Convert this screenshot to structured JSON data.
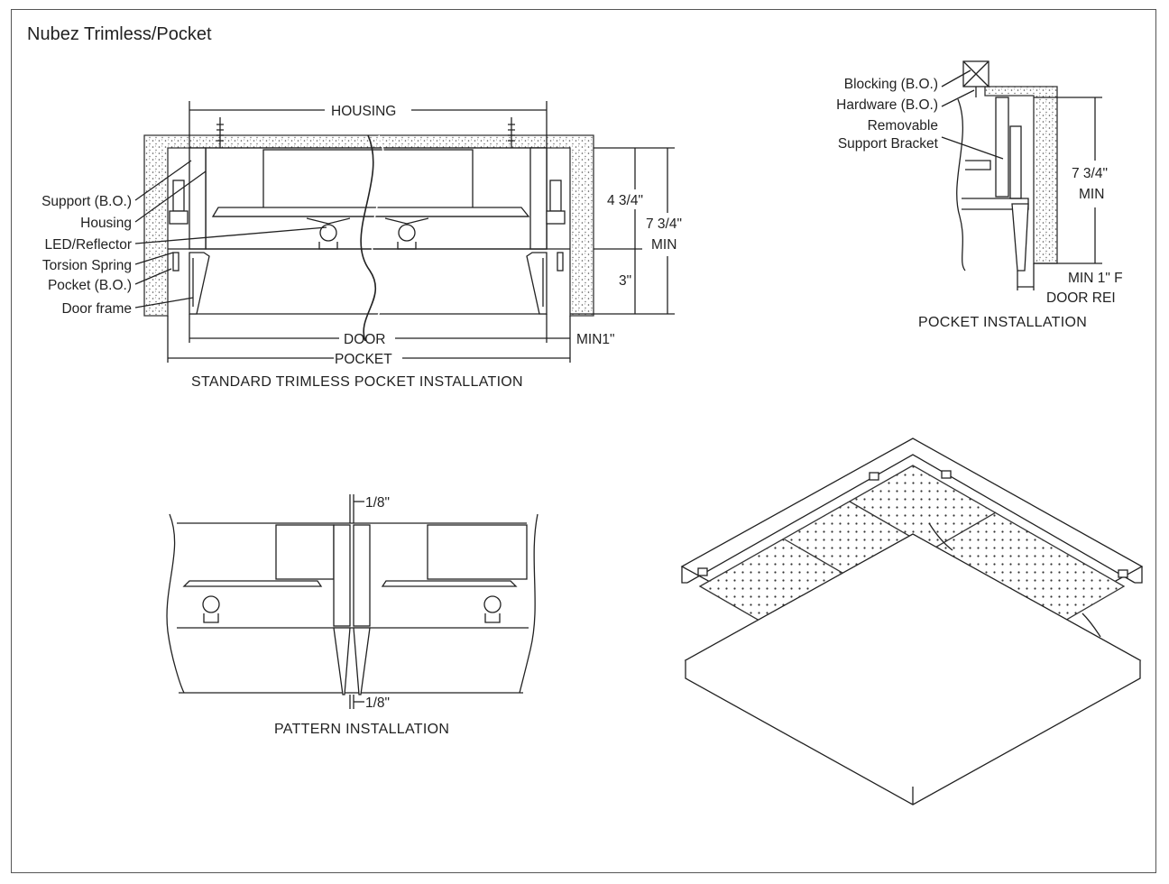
{
  "title": "Nubez Trimless/Pocket",
  "standard": {
    "caption": "STANDARD TRIMLESS POCKET INSTALLATION",
    "dims": {
      "housing": "HOUSING",
      "door": "DOOR",
      "pocket": "POCKET",
      "min1": "MIN1\"",
      "d434": "4 3/4\"",
      "d734": "7 3/4\"",
      "min": "MIN",
      "d3": "3\""
    },
    "callouts": [
      "Support (B.O.)",
      "Housing",
      "LED/Reflector",
      "Torsion Spring",
      "Pocket (B.O.)",
      "Door frame"
    ]
  },
  "pocket_detail": {
    "caption": "POCKET INSTALLATION",
    "callouts": [
      "Blocking (B.O.)",
      "Hardware (B.O.)",
      "Removable",
      "Support Bracket"
    ],
    "dims": {
      "d734": "7 3/4\"",
      "min": "MIN",
      "min1_line1": "MIN 1\" F",
      "min1_line2": "DOOR REI"
    }
  },
  "pattern": {
    "caption": "PATTERN INSTALLATION",
    "gap_top": "1/8\"",
    "gap_bottom": "1/8\""
  }
}
